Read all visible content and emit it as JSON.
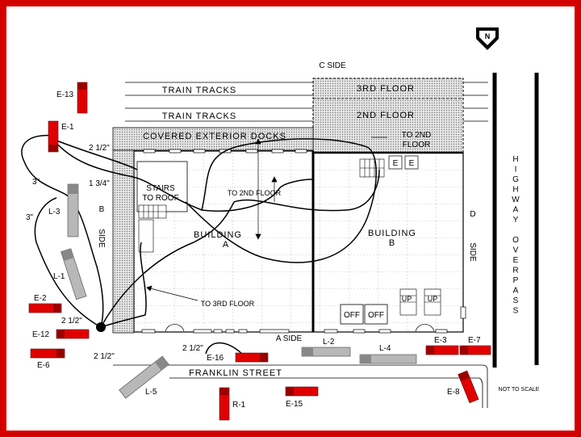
{
  "north_label": "N",
  "sides": {
    "c": "C SIDE",
    "b_1": "B",
    "b_2": "SIDE",
    "d_1": "D",
    "d_2": "SIDE",
    "a": "A SIDE"
  },
  "tracks": {
    "top": "TRAIN TRACKS",
    "bottom": "TRAIN TRACKS"
  },
  "floors": {
    "third": "3RD FLOOR",
    "second": "2ND FLOOR"
  },
  "covered_dock": "COVERED EXTERIOR DOCKS",
  "to_2nd_floor_top_1": "TO 2ND",
  "to_2nd_floor_top_2": "FLOOR",
  "stairs_1": "STAIRS",
  "stairs_2": "TO ROOF",
  "to_2nd_floor_a": "TO 2ND FLOOR",
  "to_3rd_floor": "TO 3RD FLOOR",
  "building_a_1": "BUILDING",
  "building_a_2": "A",
  "building_b_1": "BUILDING",
  "building_b_2": "B",
  "door_e": "E",
  "up_label": "UP",
  "office": "OFF",
  "street": "FRANKLIN STREET",
  "highway": [
    "H",
    "I",
    "G",
    "H",
    "W",
    "A",
    "Y",
    "",
    "O",
    "V",
    "E",
    "R",
    "P",
    "A",
    "S",
    "S"
  ],
  "scale_note": "NOT TO SCALE",
  "hose_sizes": {
    "h1": "2 1/2\"",
    "h2": "1 3/4\"",
    "h3": "3\"",
    "h4": "3\"",
    "h5": "2 1/2\"",
    "h6": "2 1/2\"",
    "h7": "2 1/2\""
  },
  "apparatus": {
    "e13": "E-13",
    "e1": "E-1",
    "l3": "L-3",
    "l1": "L-1",
    "e2": "E-2",
    "e12": "E-12",
    "e6": "E-6",
    "l5": "L-5",
    "e16": "E-16",
    "r1": "R-1",
    "e15": "E-15",
    "l2": "L-2",
    "l4": "L-4",
    "e3": "E-3",
    "e7": "E-7",
    "e8": "E-8"
  },
  "colors": {
    "border": "#d40000",
    "engine": "#e00000",
    "ladder": "#b8b8b8",
    "dock": "#d8d8d8"
  }
}
